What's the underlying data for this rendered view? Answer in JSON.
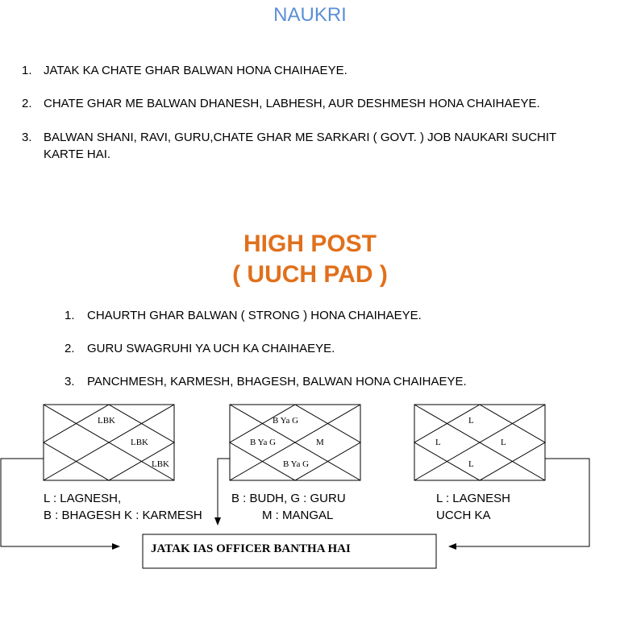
{
  "naukri": {
    "title": "NAUKRI",
    "items": [
      {
        "num": "1.",
        "text": "JATAK KA CHATE GHAR BALWAN HONA CHAIHAEYE."
      },
      {
        "num": "2.",
        "text": "CHATE GHAR ME BALWAN DHANESH, LABHESH, AUR DESHMESH HONA CHAIHAEYE."
      },
      {
        "num": "3.",
        "text": "BALWAN SHANI, RAVI, GURU,CHATE GHAR ME SARKARI ( GOVT. ) JOB NAUKARI SUCHIT",
        "text2": "KARTE HAI."
      }
    ]
  },
  "high_post": {
    "title": "HIGH POST",
    "subtitle": "( UUCH PAD )",
    "items": [
      {
        "num": "1.",
        "text": "CHAURTH GHAR BALWAN ( STRONG ) HONA CHAIHAEYE."
      },
      {
        "num": "2.",
        "text": "GURU SWAGRUHI YA UCH KA CHAIHAEYE."
      },
      {
        "num": "3.",
        "text": "PANCHMESH, KARMESH, BHAGESH, BALWAN HONA CHAIHAEYE."
      }
    ]
  },
  "charts": [
    {
      "labels": [
        "LBK",
        "LBK",
        "LBK"
      ],
      "caption1": "L : LAGNESH,",
      "caption2": "B : BHAGESH K : KARMESH"
    },
    {
      "labels": [
        "B Ya G",
        "B Ya G",
        "M",
        "B Ya G"
      ],
      "caption1": "B : BUDH, G : GURU",
      "caption2": "M : MANGAL"
    },
    {
      "labels": [
        "L",
        "L",
        "L",
        "L"
      ],
      "caption1": "L : LAGNESH",
      "caption2": "UCCH KA"
    }
  ],
  "result": {
    "text": "JATAK  IAS OFFICER BANTHA HAI"
  }
}
